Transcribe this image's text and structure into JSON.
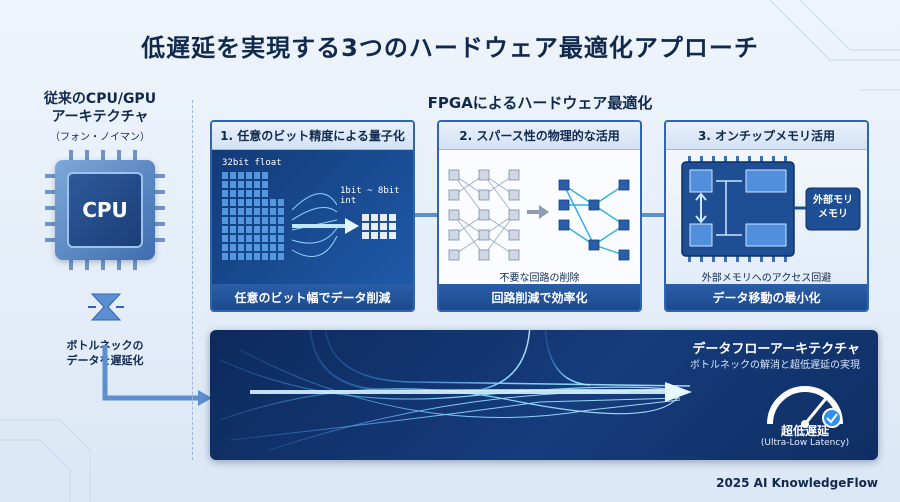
{
  "title": "低遅延を実現する3つのハードウェア最適化アプローチ",
  "left": {
    "heading_line1": "従来のCPU/GPU",
    "heading_line2": "アーキテクチャ",
    "subheading": "（フォン・ノイマン）",
    "chip_label": "CPU",
    "bottleneck_line1": "ボトルネックの",
    "bottleneck_line2": "データを遅延化"
  },
  "fpga_heading": "FPGAによるハードウェア最適化",
  "panels": [
    {
      "title": "1. 任意のビット精度による量子化",
      "label_in": "32bit float",
      "label_out": "1bit ~ 8bit int",
      "footer": "任意のビット幅でデータ削減"
    },
    {
      "title": "2. スパース性の物理的な活用",
      "caption": "不要な回路の削除",
      "footer": "回路削減で効率化"
    },
    {
      "title": "3. オンチップメモリ活用",
      "ext_mem_line1": "外部モリ",
      "ext_mem_line2": "メモリ",
      "caption": "外部メモリへのアクセス回避",
      "footer": "データ移動の最小化"
    }
  ],
  "dataflow": {
    "title": "データフローアーキテクチャ",
    "subtitle": "ボトルネックの解消と超低遅延の実現",
    "latency_label": "超低遅延",
    "latency_sub": "(Ultra-Low Latency)"
  },
  "footer": "2025 AI KnowledgeFlow",
  "colors": {
    "primary": "#2f66b3",
    "dark_navy": "#0d2a5c",
    "accent_cyan": "#6fd3ff",
    "text": "#10294d"
  }
}
